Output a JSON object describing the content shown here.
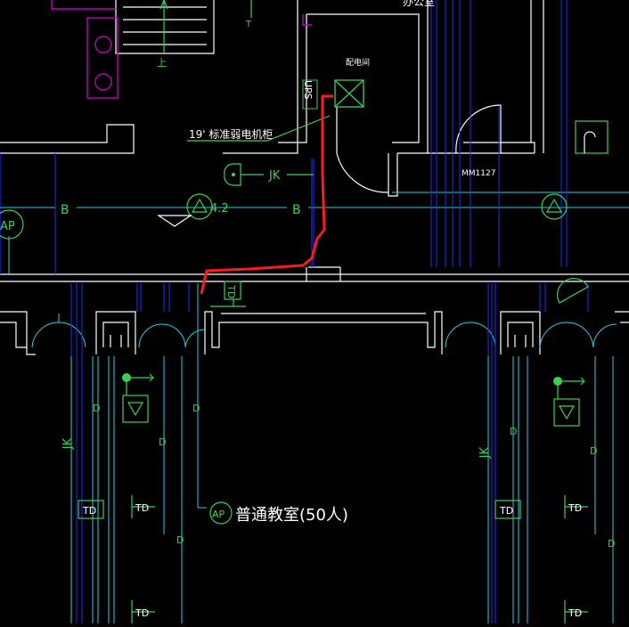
{
  "drawing": {
    "room_top_right_partial": "办公室",
    "distribution_room": "配电间",
    "ups_label": "UPS",
    "cabinet_label": "19' 标准弱电机柜",
    "jk_label": "JK",
    "grid_b_left": "B",
    "grid_b_right": "B",
    "level_mark": "4.2",
    "ap_left": "AP",
    "door_code": "MM1127",
    "stair_up_left": "上",
    "stair_mark_t": "T",
    "classroom_label": "普通教室(50人)",
    "ap_classroom": "AP",
    "td_label": "TD",
    "jk_vertical": "JK",
    "d_label": "D",
    "td_vertical": "TD"
  },
  "colors": {
    "background": "#000000",
    "wall": "#ffffff",
    "grid": "#28d0e8",
    "conduit": "#1f2fff",
    "equipment": "#39d353",
    "highlight_route": "#ff1a1a",
    "fixture": "#c000c0"
  }
}
